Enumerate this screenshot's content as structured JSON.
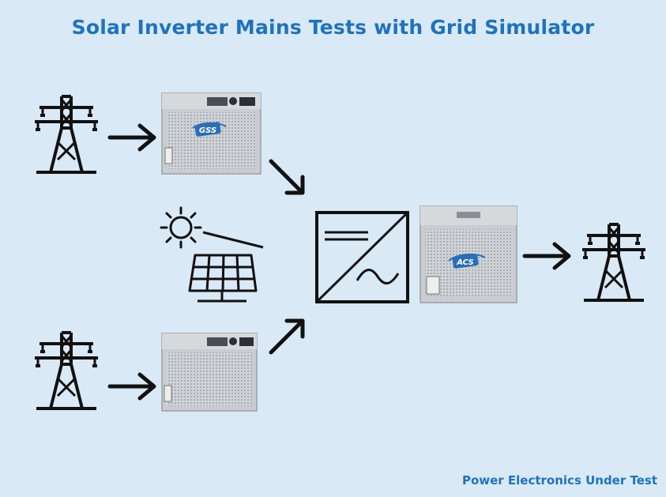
{
  "title": "Solar Inverter Mains Tests with Grid Simulator",
  "footer": "Power Electronics Under Test",
  "devices": {
    "top_simulator_badge": "GSS",
    "load_badge": "ACS"
  },
  "colors": {
    "title": "#1e73be",
    "background": "#d9e9f5",
    "device_body": "#c9ccd0",
    "badge": "#2a6eb8"
  },
  "icons": [
    "pylon-icon",
    "arrow-right-icon",
    "arrow-diagonal-icon",
    "sun-icon",
    "solar-panel-icon",
    "inverter-symbol"
  ]
}
